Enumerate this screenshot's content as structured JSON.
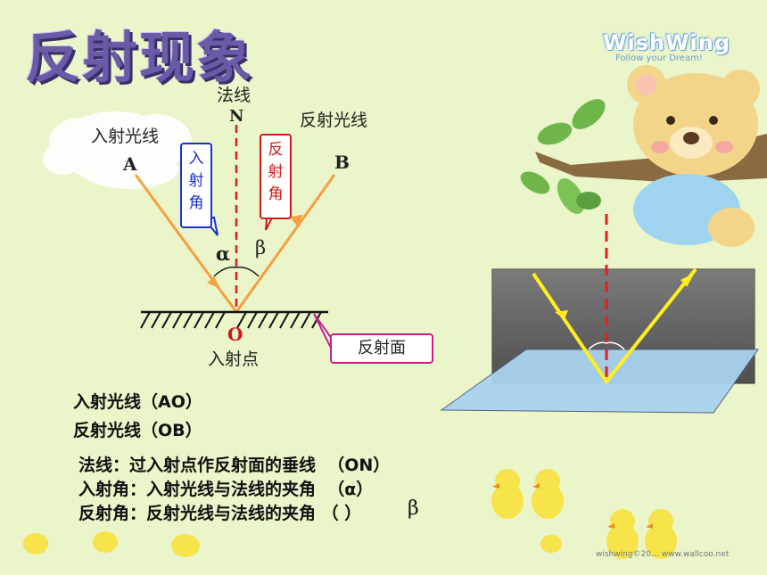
{
  "title": "反射现象",
  "brand": {
    "name": "WishWing",
    "tagline": "Follow your Dream!"
  },
  "diagram": {
    "normal_label": "法线",
    "point_N": "N",
    "incident_ray_label": "入射光线",
    "reflected_ray_label": "反射光线",
    "point_A": "A",
    "point_B": "B",
    "point_O": "O",
    "incidence_point_label": "入射点",
    "incidence_angle_chars": [
      "入",
      "射",
      "角"
    ],
    "reflection_angle_chars": [
      "反",
      "射",
      "角"
    ],
    "alpha": "α",
    "beta": "β",
    "surface_label": "反射面"
  },
  "definitions": {
    "incident": "入射光线（AO）",
    "reflected": "反射光线（OB）",
    "normal": "法线：过入射点作反射面的垂线  （ON）",
    "incidence_angle": "入射角：入射光线与法线的夹角  （",
    "incidence_symbol": "α",
    "incidence_close": "）",
    "reflection_angle": "反射角：反射光线与法线的夹角 （ ）",
    "reflection_symbol": "β"
  },
  "watermark": "wishwing©20… www.wallcoo.net"
}
